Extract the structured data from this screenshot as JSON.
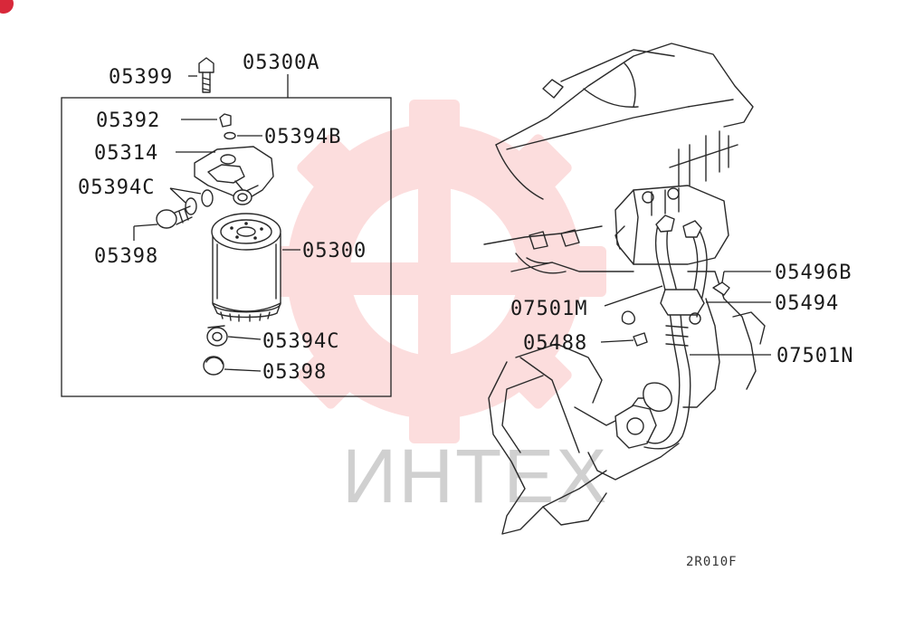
{
  "watermark": {
    "text": "ИНТЕХ",
    "color": "#f26a6a"
  },
  "callouts": {
    "p05399": "05399",
    "p05300A": "05300A",
    "p05392": "05392",
    "p05394B": "05394B",
    "p05314": "05314",
    "p05394C_top": "05394C",
    "p05398_top": "05398",
    "p05300": "05300",
    "p05394C_bottom": "05394C",
    "p05398_bottom": "05398",
    "p05496B": "05496B",
    "p07501M": "07501M",
    "p05494": "05494",
    "p05488": "05488",
    "p07501N": "07501N"
  },
  "drawing_code": "2R010F"
}
